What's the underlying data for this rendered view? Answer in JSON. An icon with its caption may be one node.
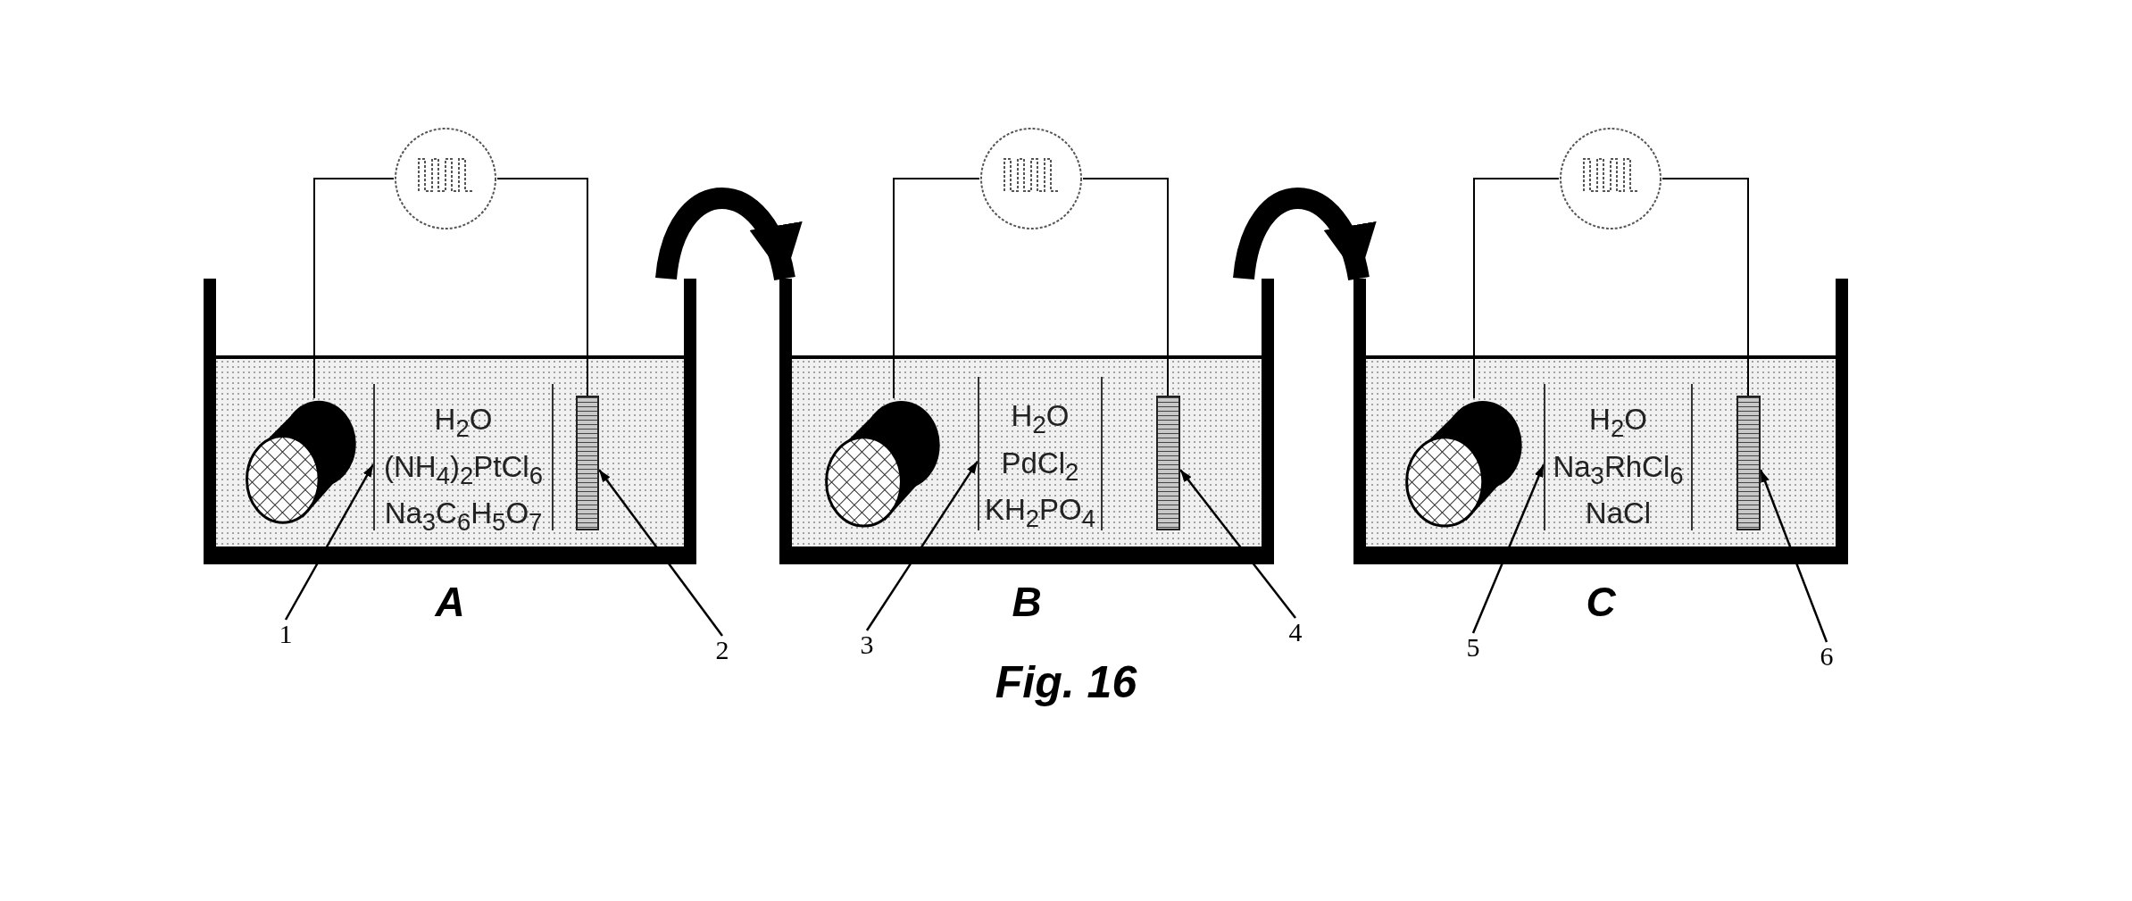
{
  "diagram": {
    "caption": "Fig. 16",
    "nodes": [
      {
        "text": [
          "A"
        ]
      },
      {
        "text": [],
        "shape": "circle"
      },
      {
        "text": [],
        "shape": "cylinder",
        "in": 0
      },
      {
        "text": [
          "H$_{2}$O (NH$_{4}$)$_{2}$PtCl$_{6}$ Na$_{3}$C$_{6}$H$_{5}$O$_{7}$"
        ],
        "in": 0
      },
      {
        "text": [],
        "shape": "bar",
        "in": 0
      },
      {
        "text": [
          "1"
        ]
      },
      {
        "text": [
          "2"
        ]
      },
      {
        "text": [
          "B"
        ]
      },
      {
        "text": [],
        "shape": "circle"
      },
      {
        "text": [],
        "shape": "cylinder",
        "in": 7
      },
      {
        "text": [
          "H$_{2}$O PdCl$_{2}$ KH$_{2}$PO$_{4}$"
        ],
        "in": 7
      },
      {
        "text": [],
        "shape": "bar",
        "in": 7
      },
      {
        "text": [
          "3"
        ]
      },
      {
        "text": [
          "4"
        ]
      },
      {
        "text": [
          "C"
        ]
      },
      {
        "text": [],
        "shape": "circle"
      },
      {
        "text": [],
        "shape": "cylinder",
        "in": 14
      },
      {
        "text": [
          "H$_{2}$O Na$_{3}$RhCl$_{6}$ NaCl"
        ],
        "in": 14
      },
      {
        "text": [],
        "shape": "bar",
        "in": 14
      },
      {
        "text": [
          "5"
        ]
      },
      {
        "text": [
          "6"
        ]
      }
    ],
    "edges": [
      {
        "from": 1,
        "to": 2,
        "arrow": "none"
      },
      {
        "from": 1,
        "to": 4,
        "arrow": "none"
      },
      {
        "from": 5,
        "to": 3,
        "arrow": "to"
      },
      {
        "from": 6,
        "to": 4,
        "arrow": "to"
      },
      {
        "from": 8,
        "to": 9,
        "arrow": "none"
      },
      {
        "from": 8,
        "to": 11,
        "arrow": "none"
      },
      {
        "from": 12,
        "to": 10,
        "arrow": "to"
      },
      {
        "from": 13,
        "to": 11,
        "arrow": "to"
      },
      {
        "from": 15,
        "to": 16,
        "arrow": "none"
      },
      {
        "from": 15,
        "to": 18,
        "arrow": "none"
      },
      {
        "from": 19,
        "to": 17,
        "arrow": "to"
      },
      {
        "from": 20,
        "to": 18,
        "arrow": "to"
      },
      {
        "from": 0,
        "to": 7,
        "arrow": "to",
        "style": "thick"
      },
      {
        "from": 7,
        "to": 14,
        "arrow": "to",
        "style": "thick"
      }
    ]
  }
}
